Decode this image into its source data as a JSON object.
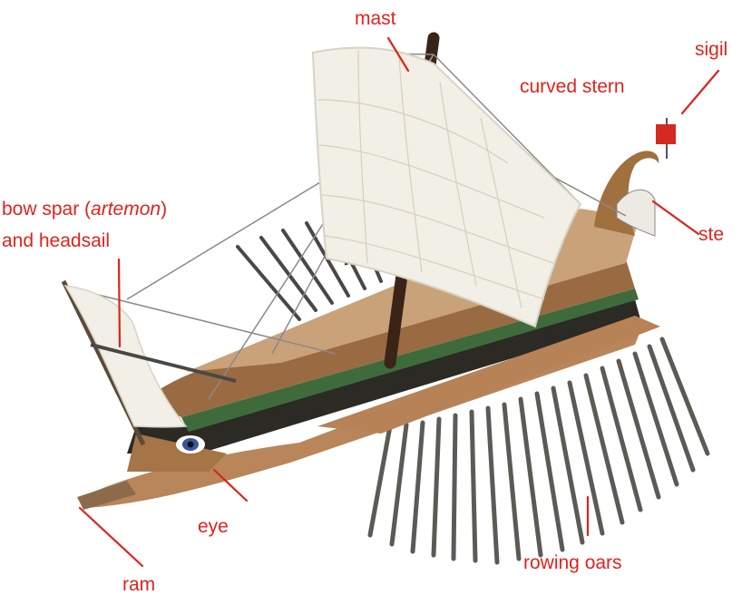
{
  "labels": {
    "mast": "mast",
    "sigil": "sigil",
    "curved_stern": "curved stern",
    "bow_spar_prefix": "bow spar (",
    "bow_spar_italic": "artemon",
    "bow_spar_suffix": ")",
    "headsail": "and  headsail",
    "steering": "ste",
    "eye": "eye",
    "ram": "ram",
    "rowing_oars": "rowing oars"
  },
  "colors": {
    "label_red": "#e0231b",
    "hull_wood": "#b8865a",
    "deck_wood": "#c9a27a",
    "dark_band": "#2b2a24",
    "green_trim": "#3f6b3c",
    "sail": "#f1efe6",
    "oar": "#5d5a56"
  }
}
